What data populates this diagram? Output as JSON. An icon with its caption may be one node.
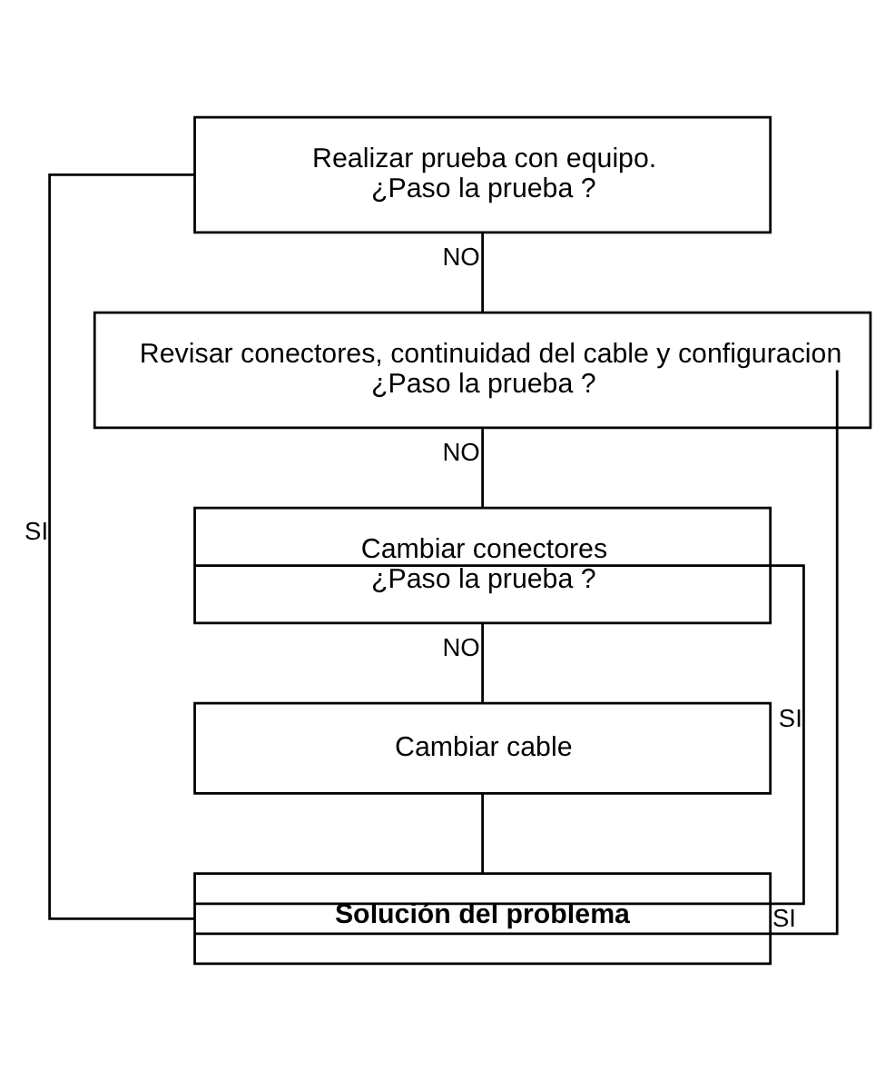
{
  "diagram": {
    "nodes": [
      {
        "text": [
          "Realizar prueba con equipo.",
          "¿Paso la prueba ?"
        ]
      },
      {
        "text": [
          "Revisar conectores, continuidad del cable y configuracion",
          "¿Paso la prueba ?"
        ]
      },
      {
        "text": [
          "Cambiar conectores",
          "¿Paso la prueba ?"
        ]
      },
      {
        "text": [
          "Cambiar cable"
        ]
      },
      {
        "text": [
          "Solución del problema"
        ]
      }
    ],
    "edges": [
      {
        "from": 0,
        "to": 1,
        "arrow": "none",
        "label": "NO"
      },
      {
        "from": 1,
        "to": 2,
        "arrow": "none",
        "label": "NO"
      },
      {
        "from": 2,
        "to": 3,
        "arrow": "none",
        "label": "NO"
      },
      {
        "from": 3,
        "to": 4,
        "arrow": "none"
      },
      {
        "from": 0,
        "to": 4,
        "arrow": "none",
        "label": "SI"
      },
      {
        "from": 1,
        "to": 4,
        "arrow": "none",
        "label": "SI"
      },
      {
        "from": 2,
        "to": 4,
        "arrow": "none",
        "label": "SI"
      }
    ]
  }
}
